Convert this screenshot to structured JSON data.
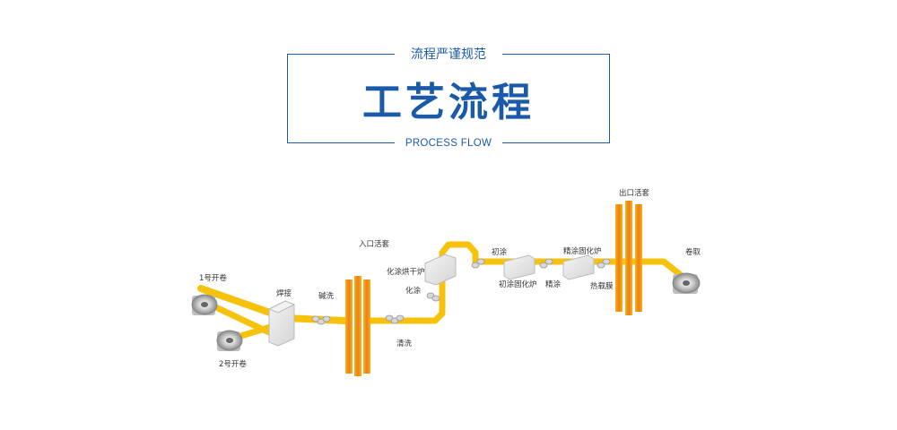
{
  "header": {
    "subtitle": "流程严谨规范",
    "title": "工艺流程",
    "english": "PROCESS FLOW"
  },
  "colors": {
    "accent": "#1a5aa8",
    "strip": "#f7c20c",
    "looper": "#f08a1a",
    "equipment": "#e6e6e6"
  },
  "labels": {
    "uncoiler1": "1号开卷",
    "uncoiler2": "2号开卷",
    "welding": "焊接",
    "alkali_wash": "碱洗",
    "entry_looper": "入口活套",
    "rinse": "清洗",
    "chem_coat_dryer": "化涂烘干炉",
    "chem_coat": "化涂",
    "primer_coat": "初涂",
    "primer_oven": "初涂固化炉",
    "finish_coat_oven": "精涂固化炉",
    "finish_coat": "精涂",
    "embossing": "热载膜",
    "exit_looper": "出口活套",
    "recoiler": "卷取"
  }
}
